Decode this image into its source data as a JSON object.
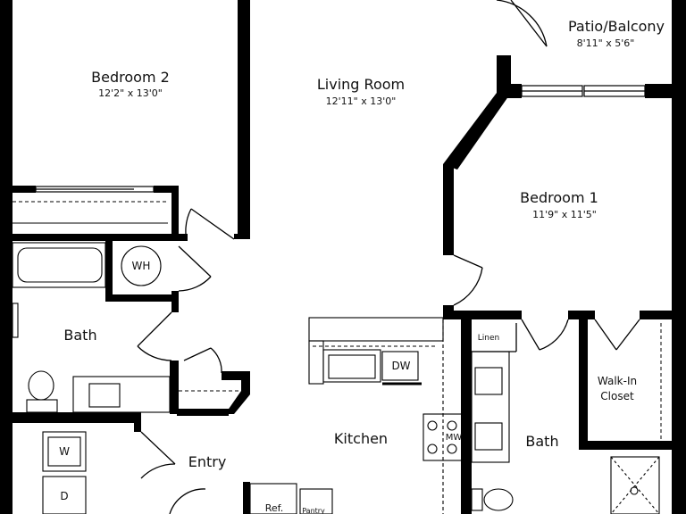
{
  "rooms": {
    "patio": {
      "name": "Patio/Balcony",
      "dims": "8'11\" x 5'6\""
    },
    "bedroom2": {
      "name": "Bedroom 2",
      "dims": "12'2\" x 13'0\""
    },
    "living": {
      "name": "Living Room",
      "dims": "12'11\" x 13'0\""
    },
    "bedroom1": {
      "name": "Bedroom 1",
      "dims": "11'9\" x 11'5\""
    },
    "bath_left": {
      "name": "Bath"
    },
    "bath_right": {
      "name": "Bath"
    },
    "kitchen": {
      "name": "Kitchen"
    },
    "entry": {
      "name": "Entry"
    },
    "walkin": {
      "name": "Walk-In",
      "name2": "Closet"
    }
  },
  "fixtures": {
    "wh": "WH",
    "dw": "DW",
    "mw": "MW",
    "linen": "Linen",
    "washer": "W",
    "dryer": "D",
    "ref": "Ref.",
    "pantry": "Pantry"
  }
}
